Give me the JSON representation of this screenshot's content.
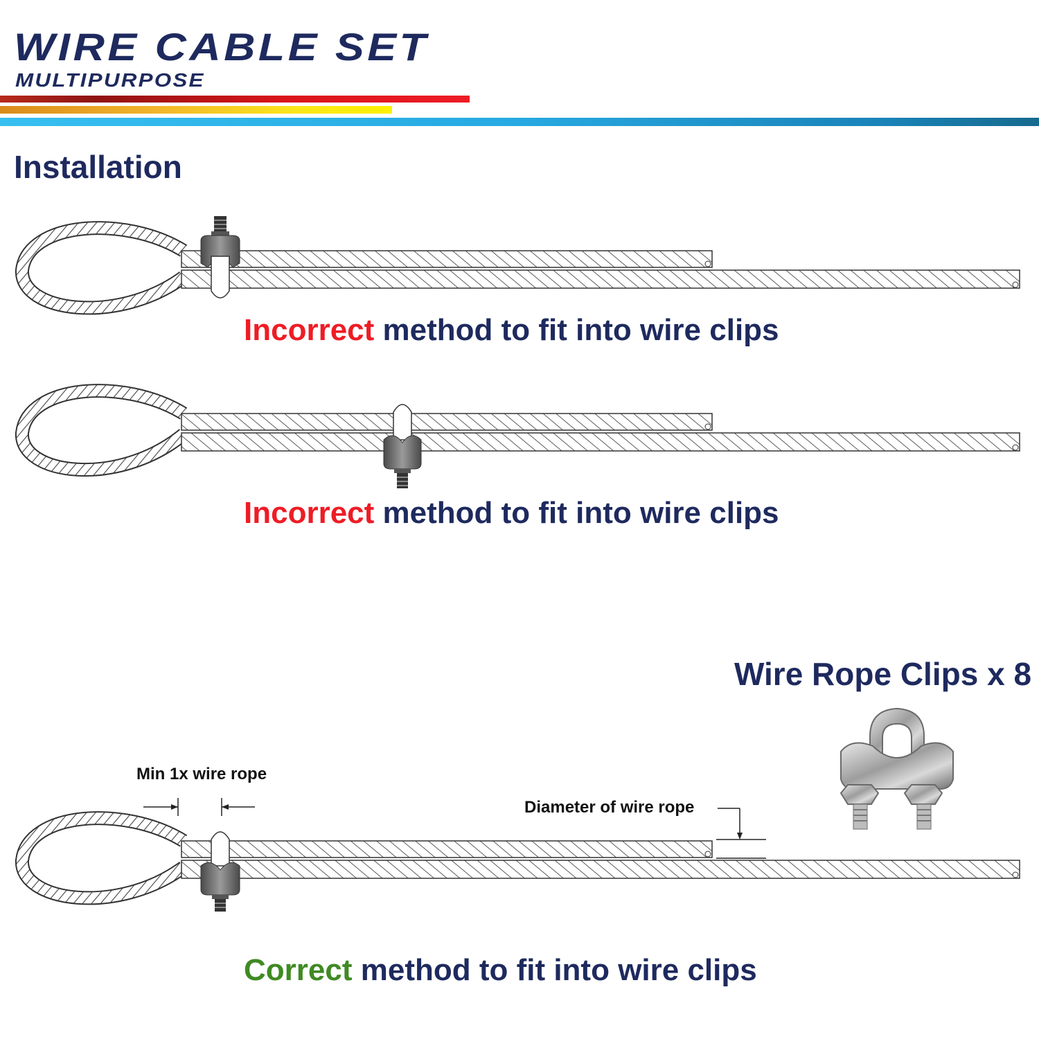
{
  "header": {
    "title": "WIRE CABLE SET",
    "subtitle": "MULTIPURPOSE"
  },
  "section": {
    "title": "Installation"
  },
  "diagrams": [
    {
      "status": "Incorrect",
      "caption": " method to fit into wire clips"
    },
    {
      "status": "Incorrect",
      "caption": " method to fit into wire clips"
    },
    {
      "status": "Correct",
      "caption": " method to fit into wire clips"
    }
  ],
  "annotations": {
    "min_spacing": "Min 1x wire rope",
    "diameter": "Diameter of wire rope"
  },
  "product": {
    "label": "Wire Rope Clips x 8"
  },
  "colors": {
    "navy": "#1e2a5e",
    "incorrect": "#ee1c25",
    "correct": "#3f8a23"
  }
}
